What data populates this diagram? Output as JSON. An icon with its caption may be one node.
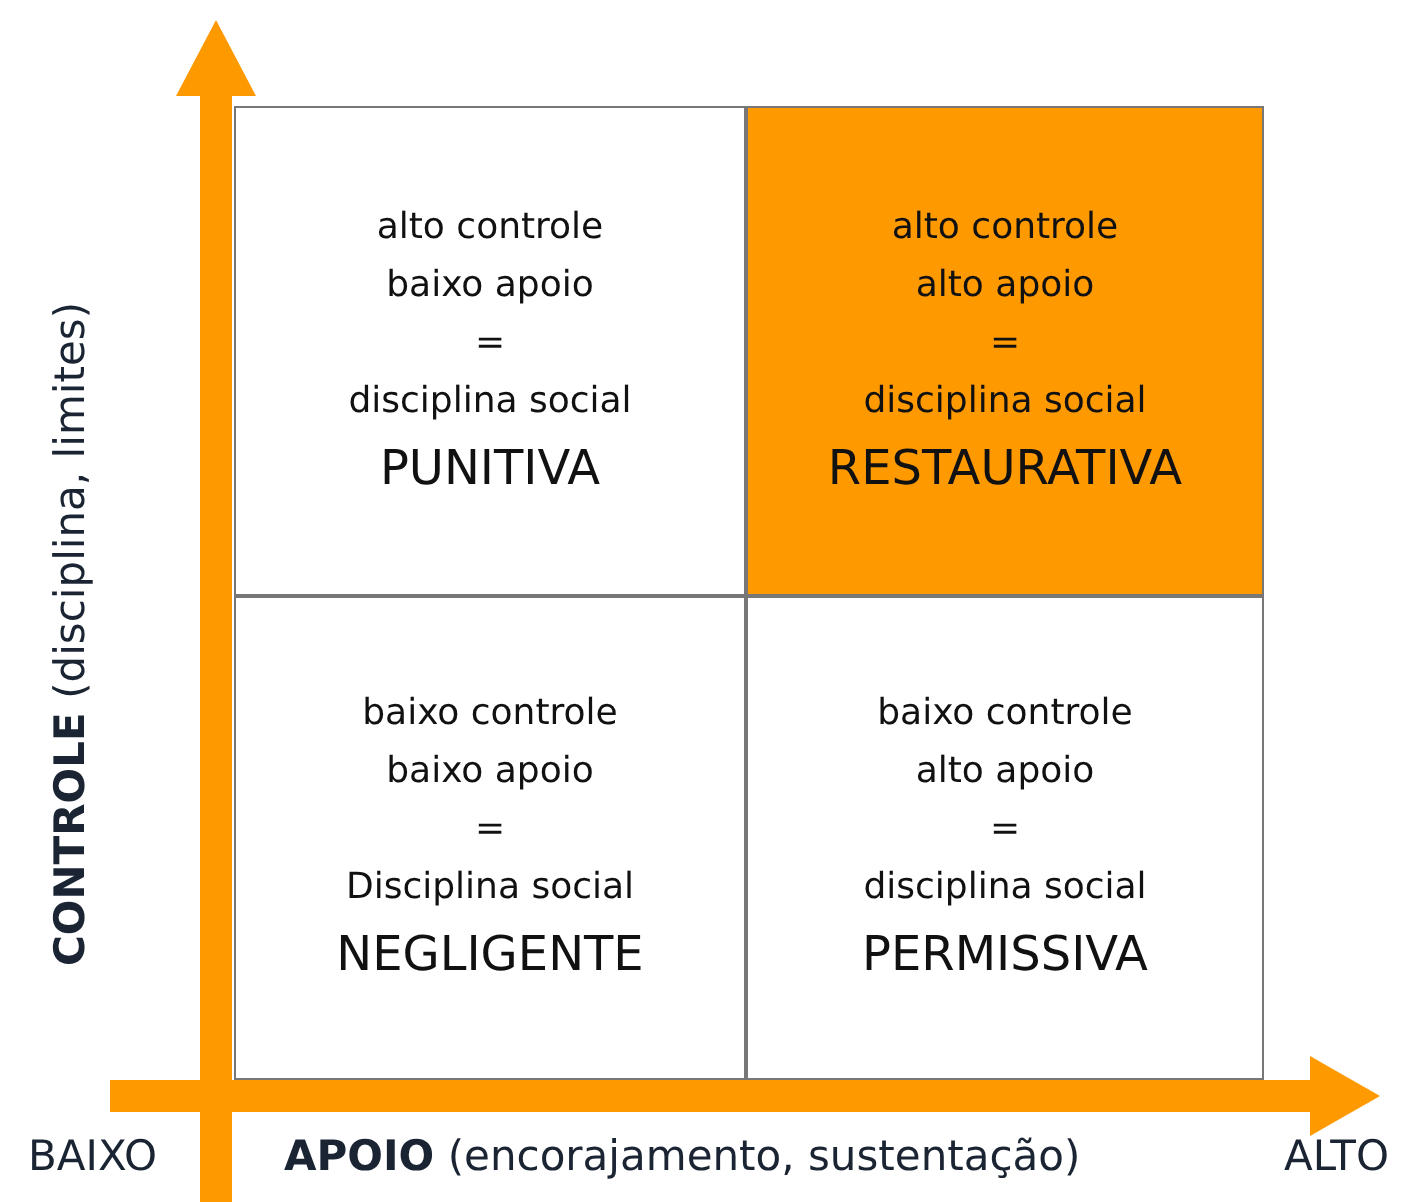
{
  "diagram": {
    "nodes": [
      {
        "text": [
          "alto controle",
          "baixo apoio",
          "=",
          "disciplina social",
          "PUNITIVA"
        ]
      },
      {
        "text": [
          "alto controle",
          "alto apoio",
          "=",
          "disciplina social",
          "RESTAURATIVA"
        ]
      },
      {
        "text": [
          "baixo controle",
          "baixo apoio",
          "=",
          "Disciplina social",
          "NEGLIGENTE"
        ]
      },
      {
        "text": [
          "baixo controle",
          "alto apoio",
          "=",
          "disciplina social",
          "PERMISSIVA"
        ]
      }
    ],
    "edges": [],
    "labels": [
      "**CONTROLE** (disciplina, limites)",
      "BAIXO",
      "**APOIO** (encorajamento, sustentação)",
      "ALTO"
    ]
  }
}
